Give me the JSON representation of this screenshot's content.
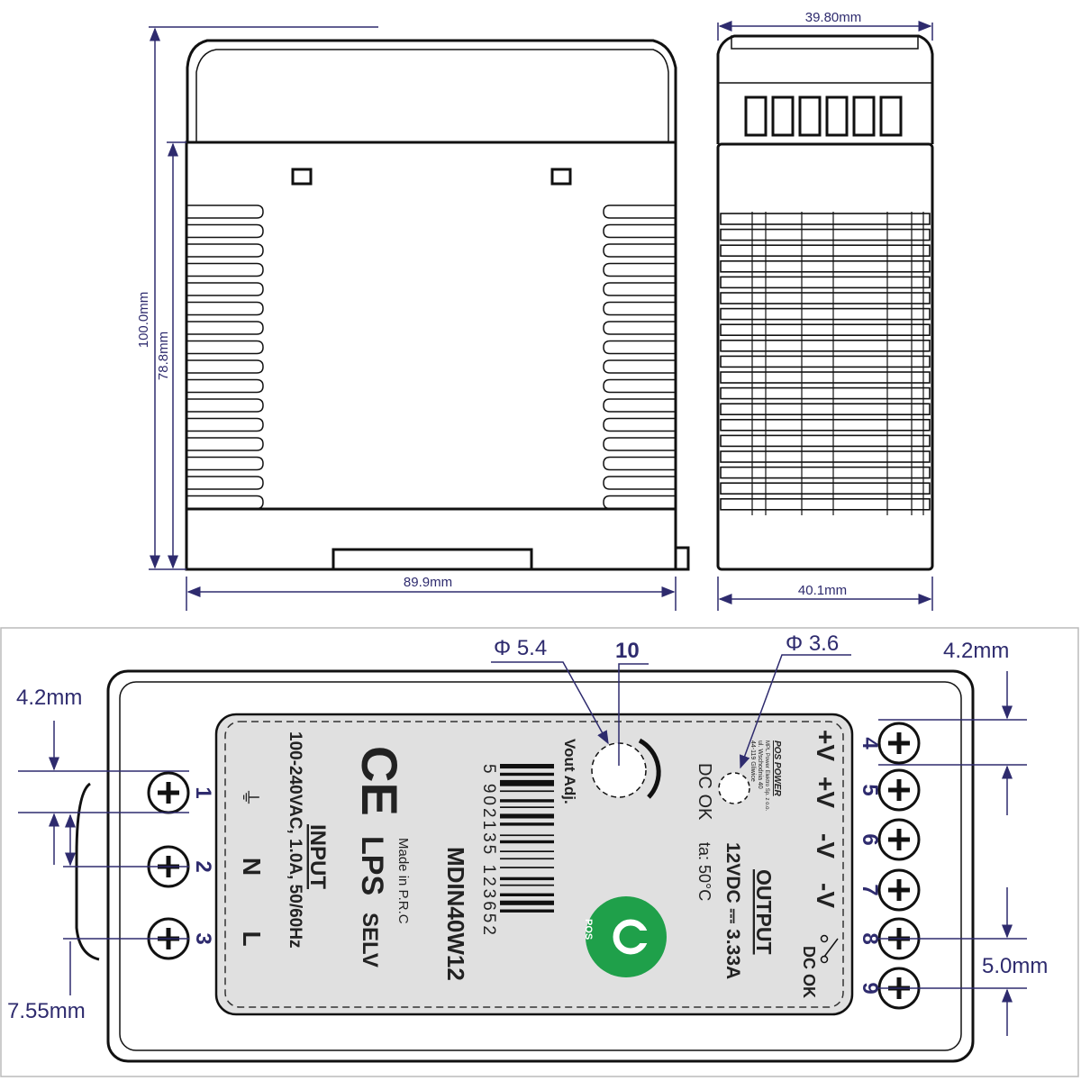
{
  "colors": {
    "dimension": "#2e2b6e",
    "label_bg": "#e0e0e0",
    "pos_logo": "#1fa04a"
  },
  "front_view": {
    "height_total": "100.0mm",
    "height_body": "78.8mm",
    "width": "89.9mm"
  },
  "side_view": {
    "width_top": "39.80mm",
    "width_bottom": "40.1mm"
  },
  "top_view": {
    "dims": {
      "left_pitch": "4.2mm",
      "left_offset": "7.55mm",
      "right_pitch": "4.2mm",
      "right_offset": "5.0mm",
      "pot_dia": "Φ 5.4",
      "led_dia": "Φ 3.6",
      "callout": "10"
    },
    "left_terminals": [
      "1",
      "2",
      "3"
    ],
    "right_terminals": [
      "4",
      "5",
      "6",
      "7",
      "8",
      "9"
    ],
    "input": {
      "earth": "⏚",
      "n": "N",
      "l": "L",
      "title": "INPUT",
      "rating": "100-240VAC, 1.0A, 50/60Hz"
    },
    "ce": "CE",
    "lps": "LPS",
    "selv": "SELV",
    "made_in": "Made in P.R.C",
    "model": "MDIN40W12",
    "barcode": "5 902135 123652",
    "vout_adj": "Vout Adj.",
    "dcok_led": "DC OK",
    "output": {
      "title": "OUTPUT",
      "rating": "12VDC ⎓ 3.33A",
      "ta": "ta: 50°C"
    },
    "pins": [
      "+V",
      "+V",
      "-V",
      "-V"
    ],
    "dcok_relay": "DC OK",
    "maker": {
      "name": "POS POWER",
      "l1": "MPL Power Elektro Sp. z o.o.",
      "l2": "ul. Wschodnia 40",
      "l3": "44-119 Gliwice"
    },
    "logo_text": "POS"
  }
}
